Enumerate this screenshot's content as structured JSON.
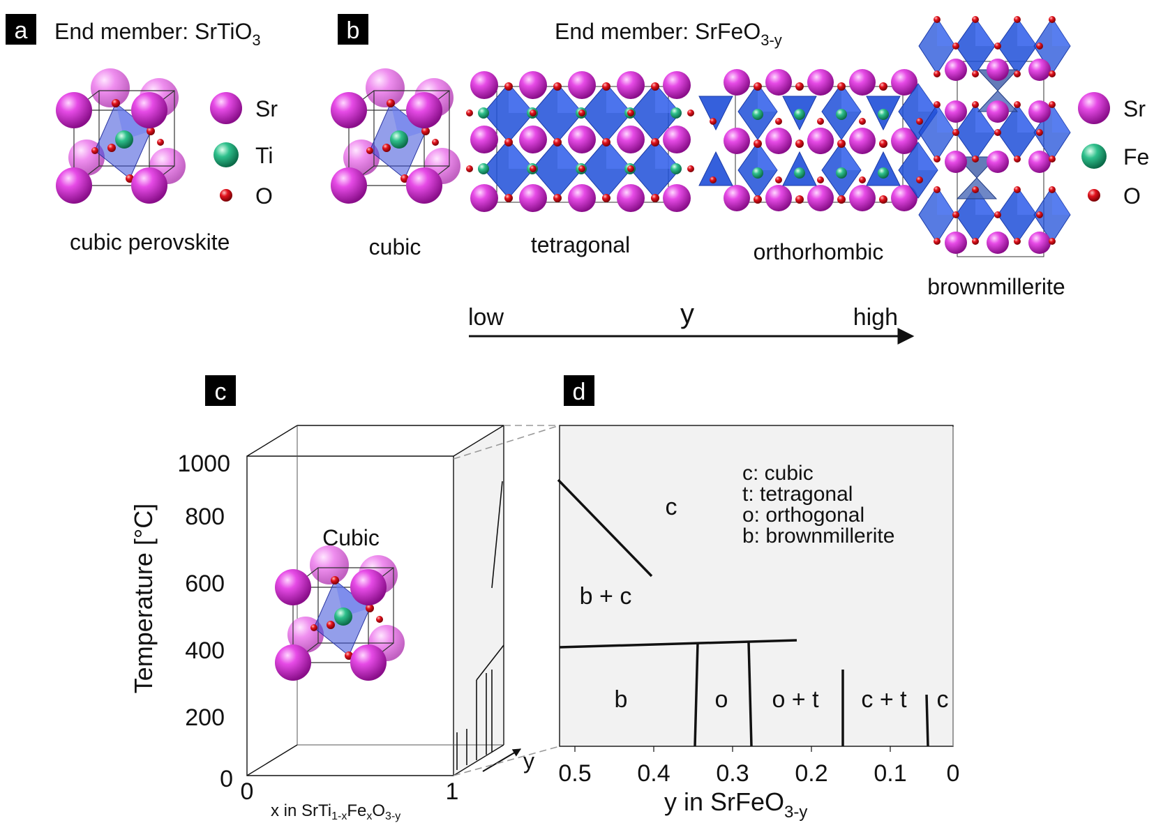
{
  "panels": {
    "a": {
      "tag": "a",
      "title_main": "End member: SrTiO",
      "title_sub": "3",
      "structure_label": "cubic perovskite",
      "legend": [
        {
          "label": "Sr",
          "color": "#d63ad6"
        },
        {
          "label": "Ti",
          "color": "#1fae7c"
        },
        {
          "label": "O",
          "color": "#d0101a"
        }
      ]
    },
    "b": {
      "tag": "b",
      "title_main": "End member: SrFeO",
      "title_sub": "3-y",
      "structures": [
        "cubic",
        "tetragonal",
        "orthorhombic",
        "brownmillerite"
      ],
      "legend": [
        {
          "label": "Sr",
          "color": "#d63ad6"
        },
        {
          "label": "Fe",
          "color": "#1fae7c"
        },
        {
          "label": "O",
          "color": "#d0101a"
        }
      ],
      "arrow": {
        "low": "low",
        "var": "y",
        "high": "high"
      }
    },
    "c": {
      "tag": "c",
      "ylabel": "Temperature [°C]",
      "yticks": [
        "1000",
        "800",
        "600",
        "400",
        "200",
        "0"
      ],
      "xticks": [
        "0",
        "1"
      ],
      "xlabel_pre": "x in SrTi",
      "xlabel_s1": "1-x",
      "xlabel_mid1": "Fe",
      "xlabel_s2": "x",
      "xlabel_mid2": "O",
      "xlabel_s3": "3-y",
      "depth_axis": "y",
      "region_label": "Cubic"
    },
    "d": {
      "tag": "d",
      "xticks": [
        "0.5",
        "0.4",
        "0.3",
        "0.2",
        "0.1",
        "0"
      ],
      "xlabel_main": "y in SrFeO",
      "xlabel_sub": "3-y",
      "legend": [
        "c: cubic",
        "t: tetragonal",
        "o: orthogonal",
        "b: brownmillerite"
      ],
      "regions": {
        "c_top": "c",
        "b_plus_c": "b + c",
        "b": "b",
        "o": "o",
        "o_plus_t": "o + t",
        "c_plus_t": "c + t",
        "c_right": "c"
      }
    }
  },
  "colors": {
    "sr": "#d63ad6",
    "metal": "#1fae7c",
    "oxygen": "#d0101a",
    "octahedron": "#1f4fd8",
    "panel_fill": "#f2f2f2"
  }
}
